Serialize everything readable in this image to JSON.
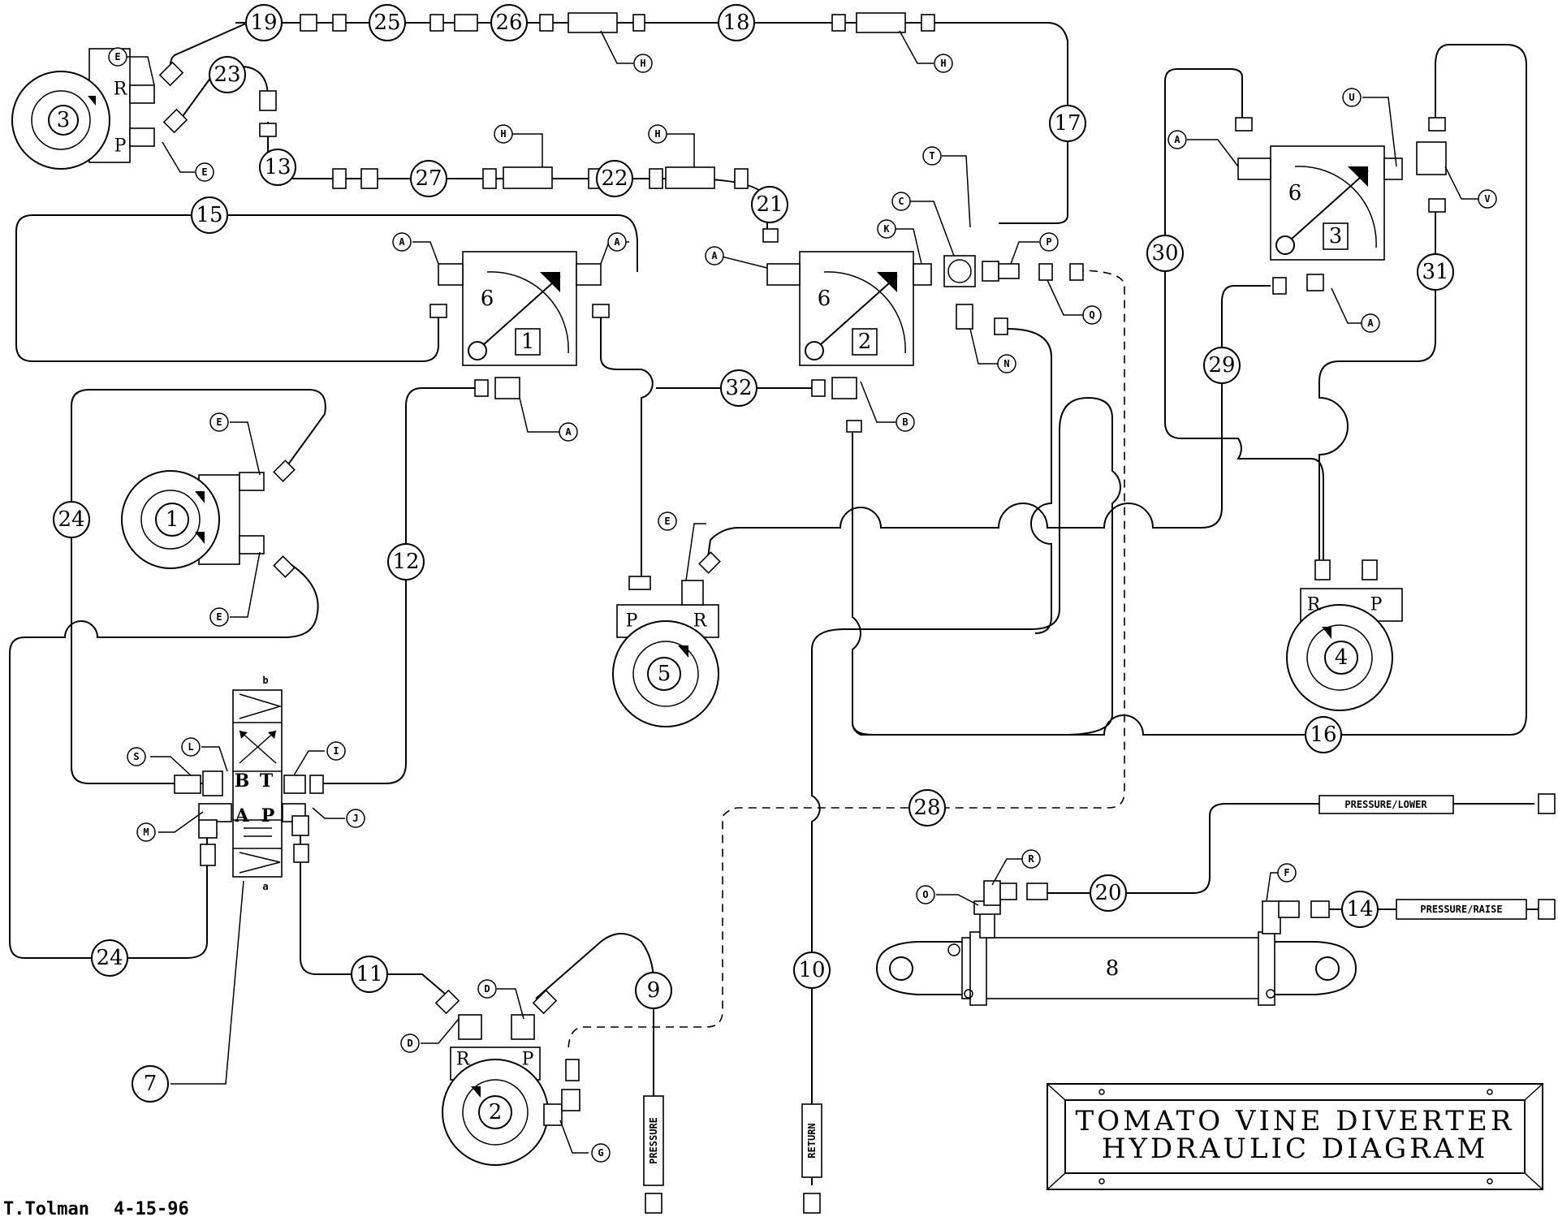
{
  "title": {
    "line1": "TOMATO VINE DIVERTER",
    "line2": "HYDRAULIC DIAGRAM"
  },
  "signature": {
    "author": "T.Tolman",
    "date": "4-15-96"
  },
  "line_labels": {
    "pressure": "PRESSURE",
    "return": "RETURN",
    "pressure_lower": "PRESSURE/LOWER",
    "pressure_raise": "PRESSURE/RAISE"
  },
  "motors": {
    "m1": "1",
    "m2": "2",
    "m3": "3",
    "m4": "4",
    "m5": "5"
  },
  "ports": {
    "r": "R",
    "p": "P",
    "t": "T",
    "a": "A",
    "b": "B",
    "spool_a": "a",
    "spool_b": "b"
  },
  "valves": {
    "label": "6",
    "v1": "1",
    "v2": "2",
    "v3": "3"
  },
  "valve_7": "7",
  "cylinder": "8",
  "hoses": {
    "h9": "9",
    "h10": "10",
    "h11": "11",
    "h12": "12",
    "h13": "13",
    "h14": "14",
    "h15": "15",
    "h16": "16",
    "h17": "17",
    "h18": "18",
    "h19": "19",
    "h20": "20",
    "h21": "21",
    "h22": "22",
    "h23": "23",
    "h24": "24",
    "h25": "25",
    "h26": "26",
    "h27": "27",
    "h28": "28",
    "h29": "29",
    "h30": "30",
    "h31": "31",
    "h32": "32"
  },
  "fittings": {
    "A": "A",
    "B": "B",
    "C": "C",
    "D": "D",
    "E": "E",
    "F": "F",
    "G": "G",
    "H": "H",
    "I": "I",
    "J": "J",
    "K": "K",
    "L": "L",
    "M": "M",
    "N": "N",
    "O": "O",
    "P": "P",
    "Q": "Q",
    "R": "R",
    "S": "S",
    "T": "T",
    "U": "U",
    "V": "V"
  }
}
